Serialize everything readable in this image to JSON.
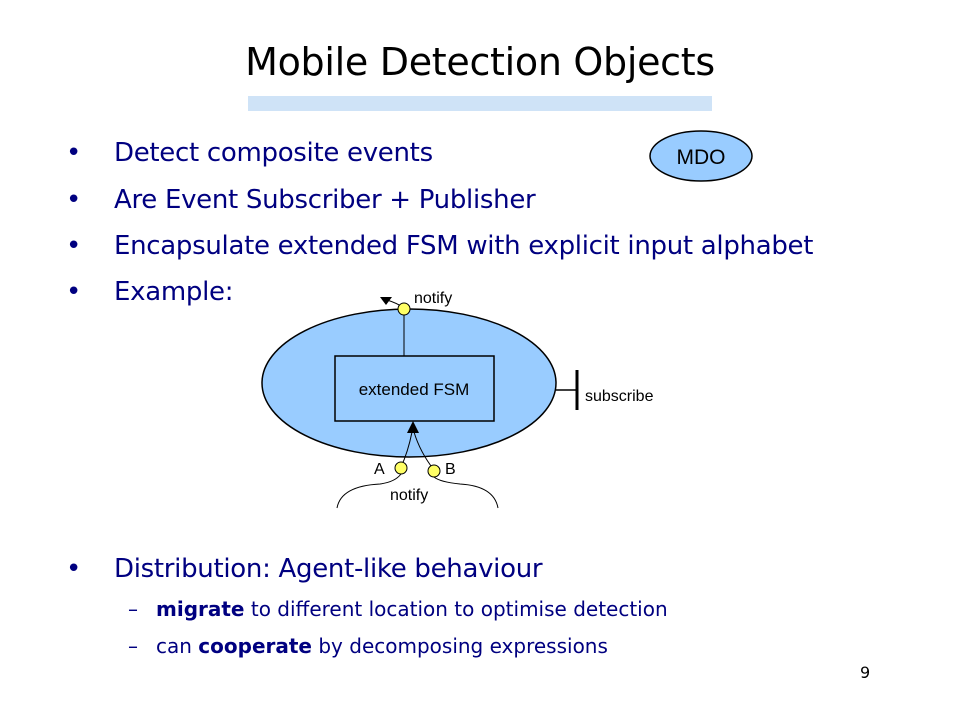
{
  "slide": {
    "title": "Mobile Detection Objects",
    "page_number": "9"
  },
  "bullets": [
    "Detect composite events",
    "Are Event Subscriber + Publisher",
    "Encapsulate extended FSM with explicit input alphabet",
    "Example:",
    "Distribution: Agent-like behaviour"
  ],
  "bullet_char": "•",
  "dash_char": "–",
  "sub_bullets": [
    {
      "bold": "migrate",
      "rest": " to different location to optimise detection"
    },
    {
      "pre": "can ",
      "bold": "cooperate",
      "rest": " by decomposing expressions"
    }
  ],
  "diagram": {
    "mdo_label": "MDO",
    "fsm_label": "extended FSM",
    "notify_top": "notify",
    "notify_bottom": "notify",
    "subscribe_label": "subscribe",
    "input_a": "A",
    "input_b": "B"
  },
  "colors": {
    "bullet_text": "#000080",
    "title_underline": "#cfe3f7",
    "ellipse_fill": "#99ccff",
    "port_fill": "#ffff66"
  }
}
